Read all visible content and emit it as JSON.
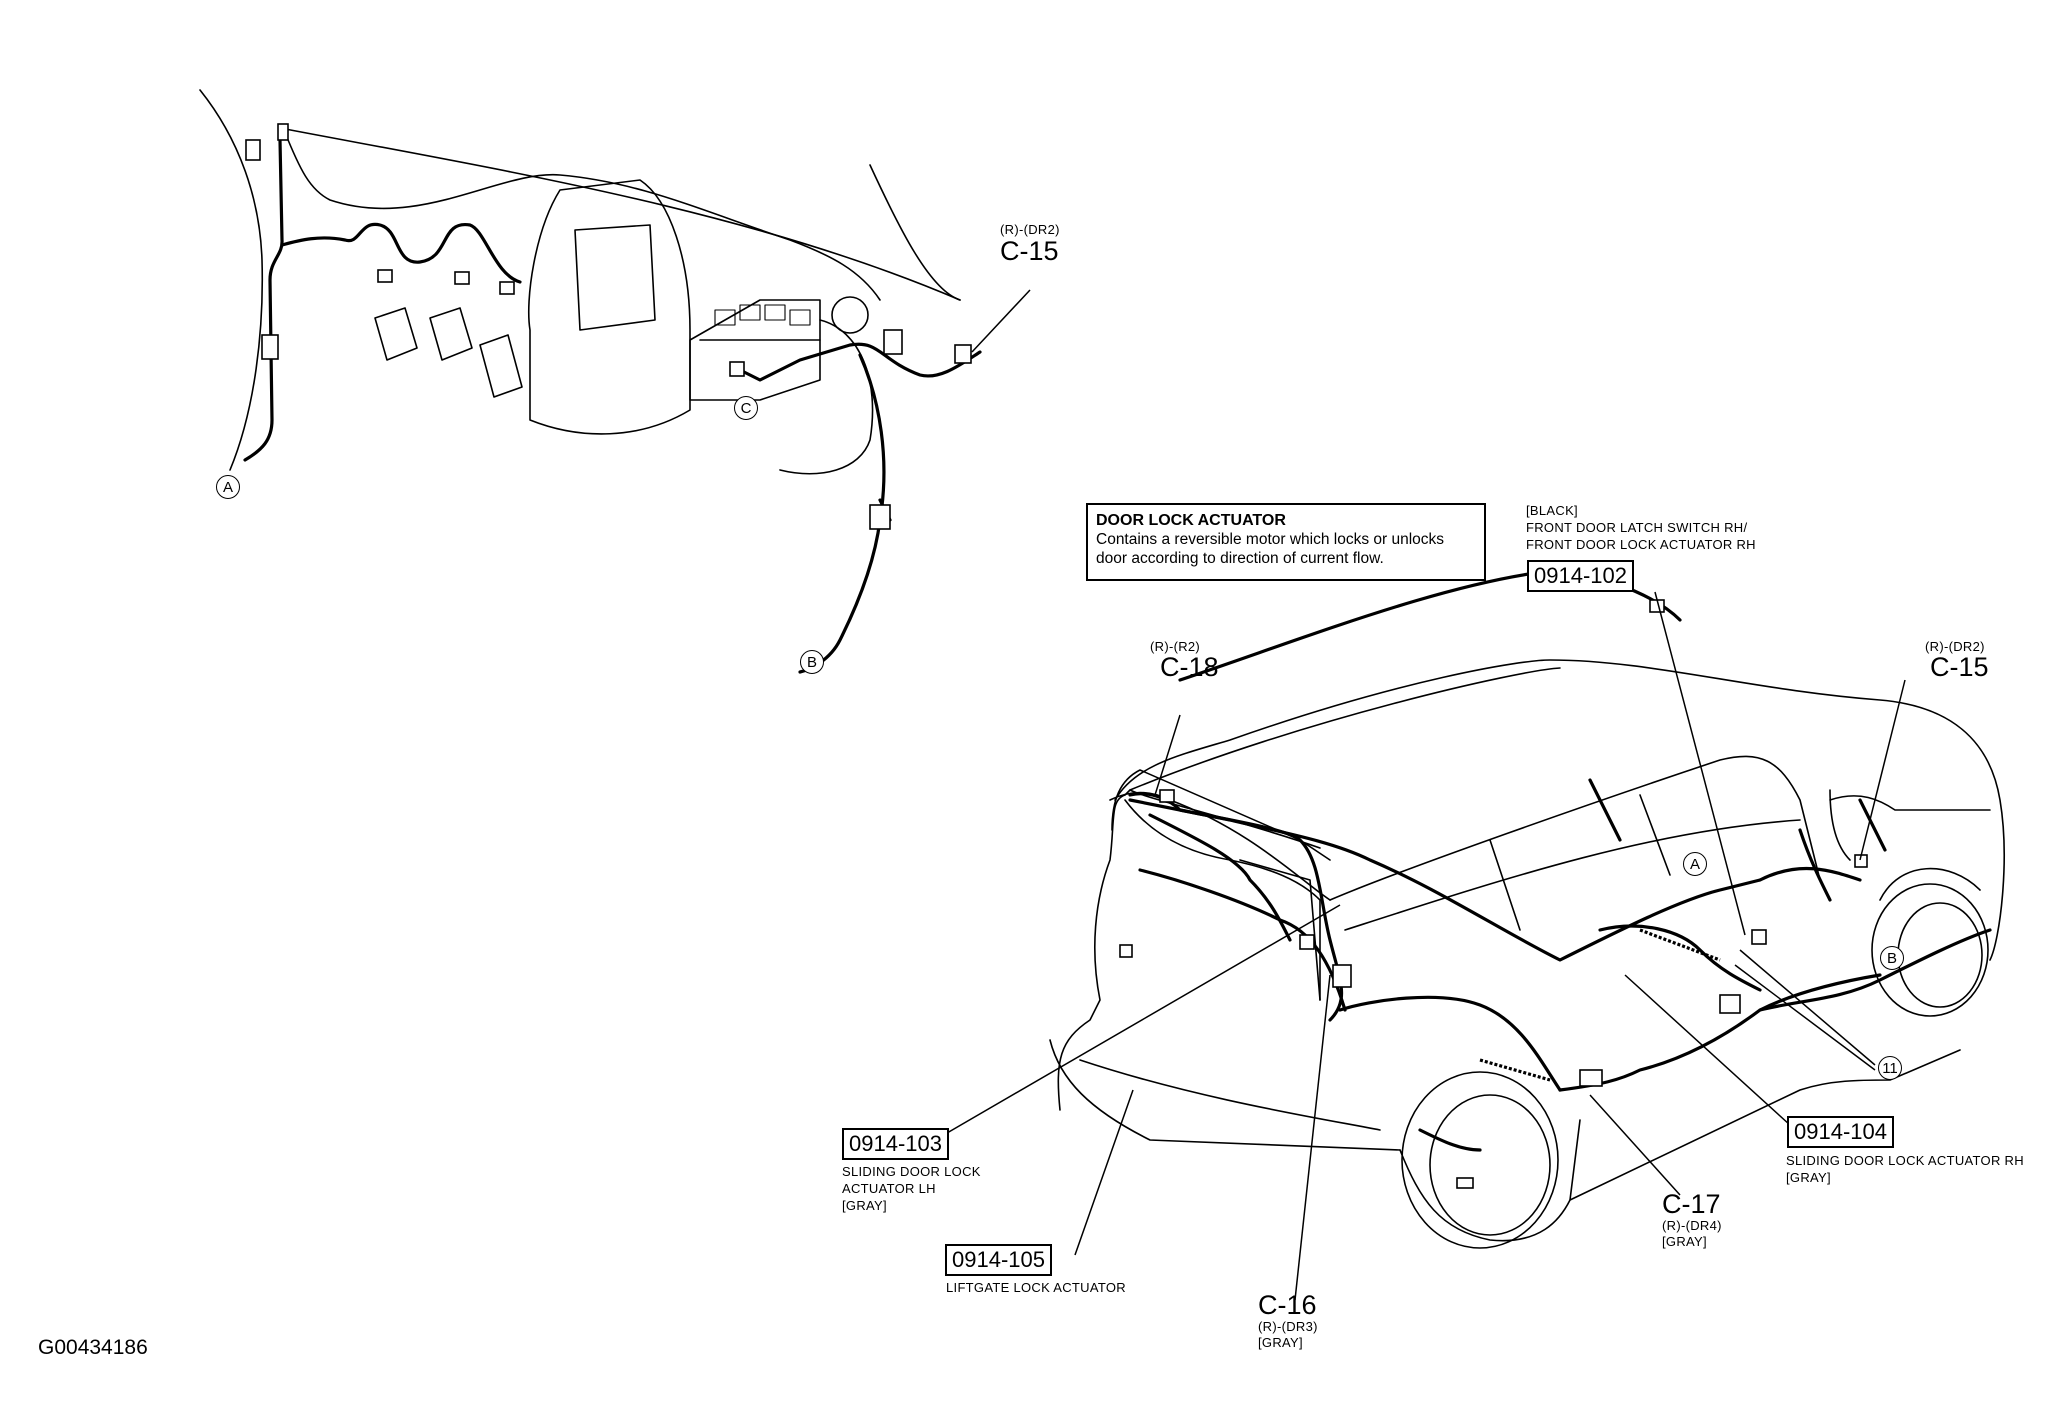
{
  "figure_id": "G00434186",
  "note": {
    "title": "DOOR LOCK ACTUATOR",
    "lines": [
      "Contains a reversible motor which locks or unlocks",
      "door according to direction of current flow."
    ]
  },
  "top_view": {
    "connector_c15": {
      "sub": "(R)-(DR2)",
      "id": "C-15"
    },
    "callouts": [
      "A",
      "B",
      "C"
    ]
  },
  "main_view": {
    "c18": {
      "sub": "(R)-(R2)",
      "id": "C-18"
    },
    "c15": {
      "sub": "(R)-(DR2)",
      "id": "C-15"
    },
    "c16": {
      "id": "C-16",
      "sub1": "(R)-(DR3)",
      "sub2": "[GRAY]"
    },
    "c17": {
      "id": "C-17",
      "sub1": "(R)-(DR4)",
      "sub2": "[GRAY]"
    },
    "p102": {
      "code": "0914-102",
      "lines": [
        "[BLACK]",
        "FRONT DOOR LATCH SWITCH RH/",
        "FRONT DOOR LOCK ACTUATOR RH"
      ]
    },
    "p103": {
      "code": "0914-103",
      "lines": [
        "SLIDING DOOR LOCK",
        "ACTUATOR LH",
        "[GRAY]"
      ]
    },
    "p104": {
      "code": "0914-104",
      "lines": [
        "SLIDING DOOR LOCK ACTUATOR RH",
        "[GRAY]"
      ]
    },
    "p105": {
      "code": "0914-105",
      "lines": [
        "LIFTGATE LOCK ACTUATOR"
      ]
    },
    "callouts": [
      "A",
      "B",
      "11"
    ]
  }
}
